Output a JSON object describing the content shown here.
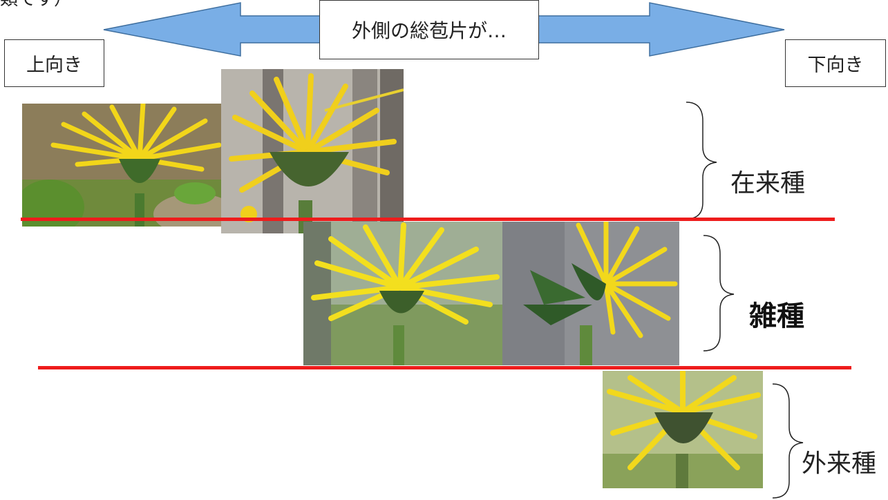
{
  "top_caption": "類です）",
  "arrow": {
    "center_label": "外側の総苞片が…",
    "left_label": "上向き",
    "right_label": "下向き",
    "fill_color": "#79aee6",
    "stroke_color": "#3f6f9f"
  },
  "groups": {
    "native_label": "在来種",
    "hybrid_label": "雑種",
    "alien_label": "外来種"
  },
  "divider_color": "#ee1c1c",
  "photos": [
    "dandelion-native-photo-1",
    "dandelion-native-photo-2",
    "dandelion-hybrid-photo-1",
    "dandelion-hybrid-photo-2",
    "dandelion-alien-photo-1"
  ]
}
